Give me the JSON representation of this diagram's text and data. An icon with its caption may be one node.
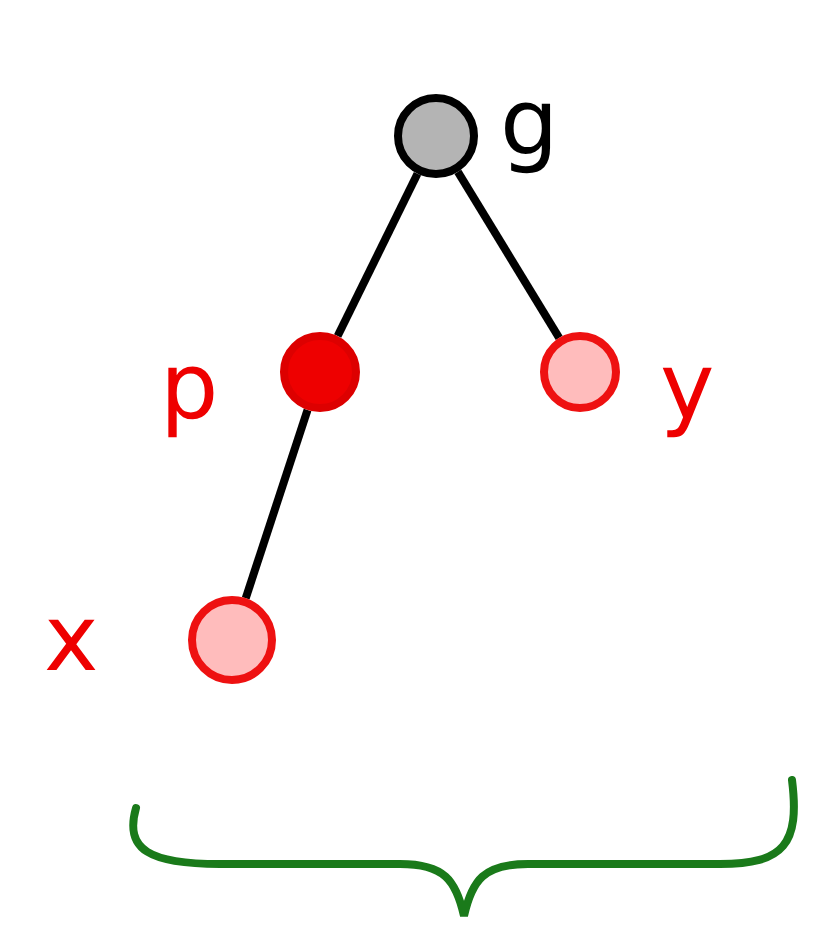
{
  "diagram": {
    "nodes": [
      {
        "text": [],
        "shape": "circle",
        "beside": [
          "g"
        ]
      },
      {
        "text": [],
        "shape": "circle",
        "beside": [
          "p"
        ]
      },
      {
        "text": [],
        "shape": "circle",
        "beside": [
          "y"
        ]
      },
      {
        "text": [],
        "shape": "circle",
        "beside": [
          "x"
        ]
      }
    ],
    "edges": [
      {
        "from": 0,
        "to": 1,
        "arrow": "none"
      },
      {
        "from": 0,
        "to": 2,
        "arrow": "none"
      },
      {
        "from": 1,
        "to": 3,
        "arrow": "none"
      }
    ]
  }
}
